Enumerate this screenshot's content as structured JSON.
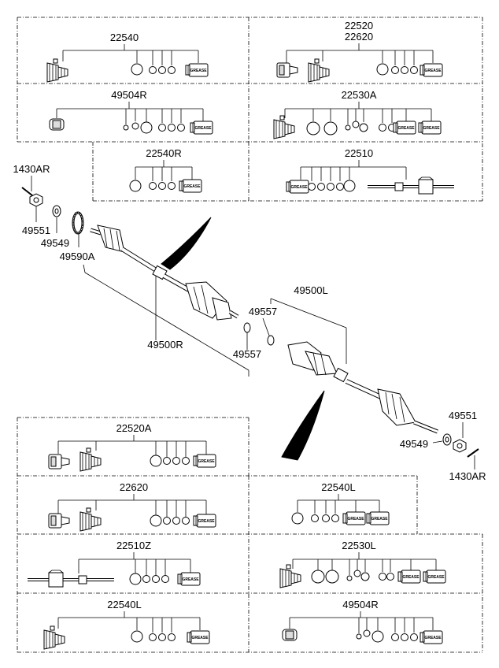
{
  "grease_label": "GREASE",
  "kits": {
    "k22540_top": "22540",
    "k22520": "22520",
    "k22620_top": "22620",
    "k49504R_top": "49504R",
    "k22530A": "22530A",
    "k22540R": "22540R",
    "k22510": "22510",
    "k22520A": "22520A",
    "k22620_mid": "22620",
    "k22540L_mid": "22540L",
    "k22510Z": "22510Z",
    "k22530L": "22530L",
    "k22540L_bot": "22540L",
    "k49504R_bot": "49504R"
  },
  "parts": {
    "p1430AR_left": "1430AR",
    "p49551_left": "49551",
    "p49549_left": "49549",
    "p49590A": "49590A",
    "p49500R": "49500R",
    "p49557_a": "49557",
    "p49557_b": "49557",
    "p49500L": "49500L",
    "p49551_right": "49551",
    "p49549_right": "49549",
    "p1430AR_right": "1430AR"
  }
}
